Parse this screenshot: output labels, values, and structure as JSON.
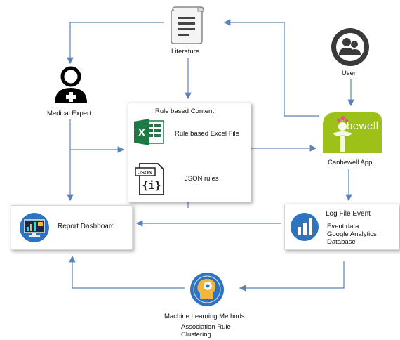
{
  "nodes": {
    "literature": "Literature",
    "medical_expert": "Medical Expert",
    "user": "User",
    "rule_box_title": "Rule based Content",
    "excel": "Rule based Excel File",
    "json_rules": "JSON rules",
    "json_icon_text": "JSON",
    "json_braces": "{i}",
    "canbewell_app": "Canbewell App",
    "logo_text": "bewell",
    "log_title": "Log File Event",
    "log_line1": "Event data",
    "log_line2": "Google Analytics",
    "log_line3": "Database",
    "report_dashboard": "Report Dashboard",
    "ml_title": "Machine Learning Methods",
    "ml_line1": "Association Rule",
    "ml_line2": "Clustering"
  },
  "colors": {
    "arrow": "#5b82b8",
    "excel_green": "#1d7a45",
    "logo_green": "#9cc21a",
    "logo_pink": "#e0548f",
    "ml_blue": "#2d73c0"
  }
}
